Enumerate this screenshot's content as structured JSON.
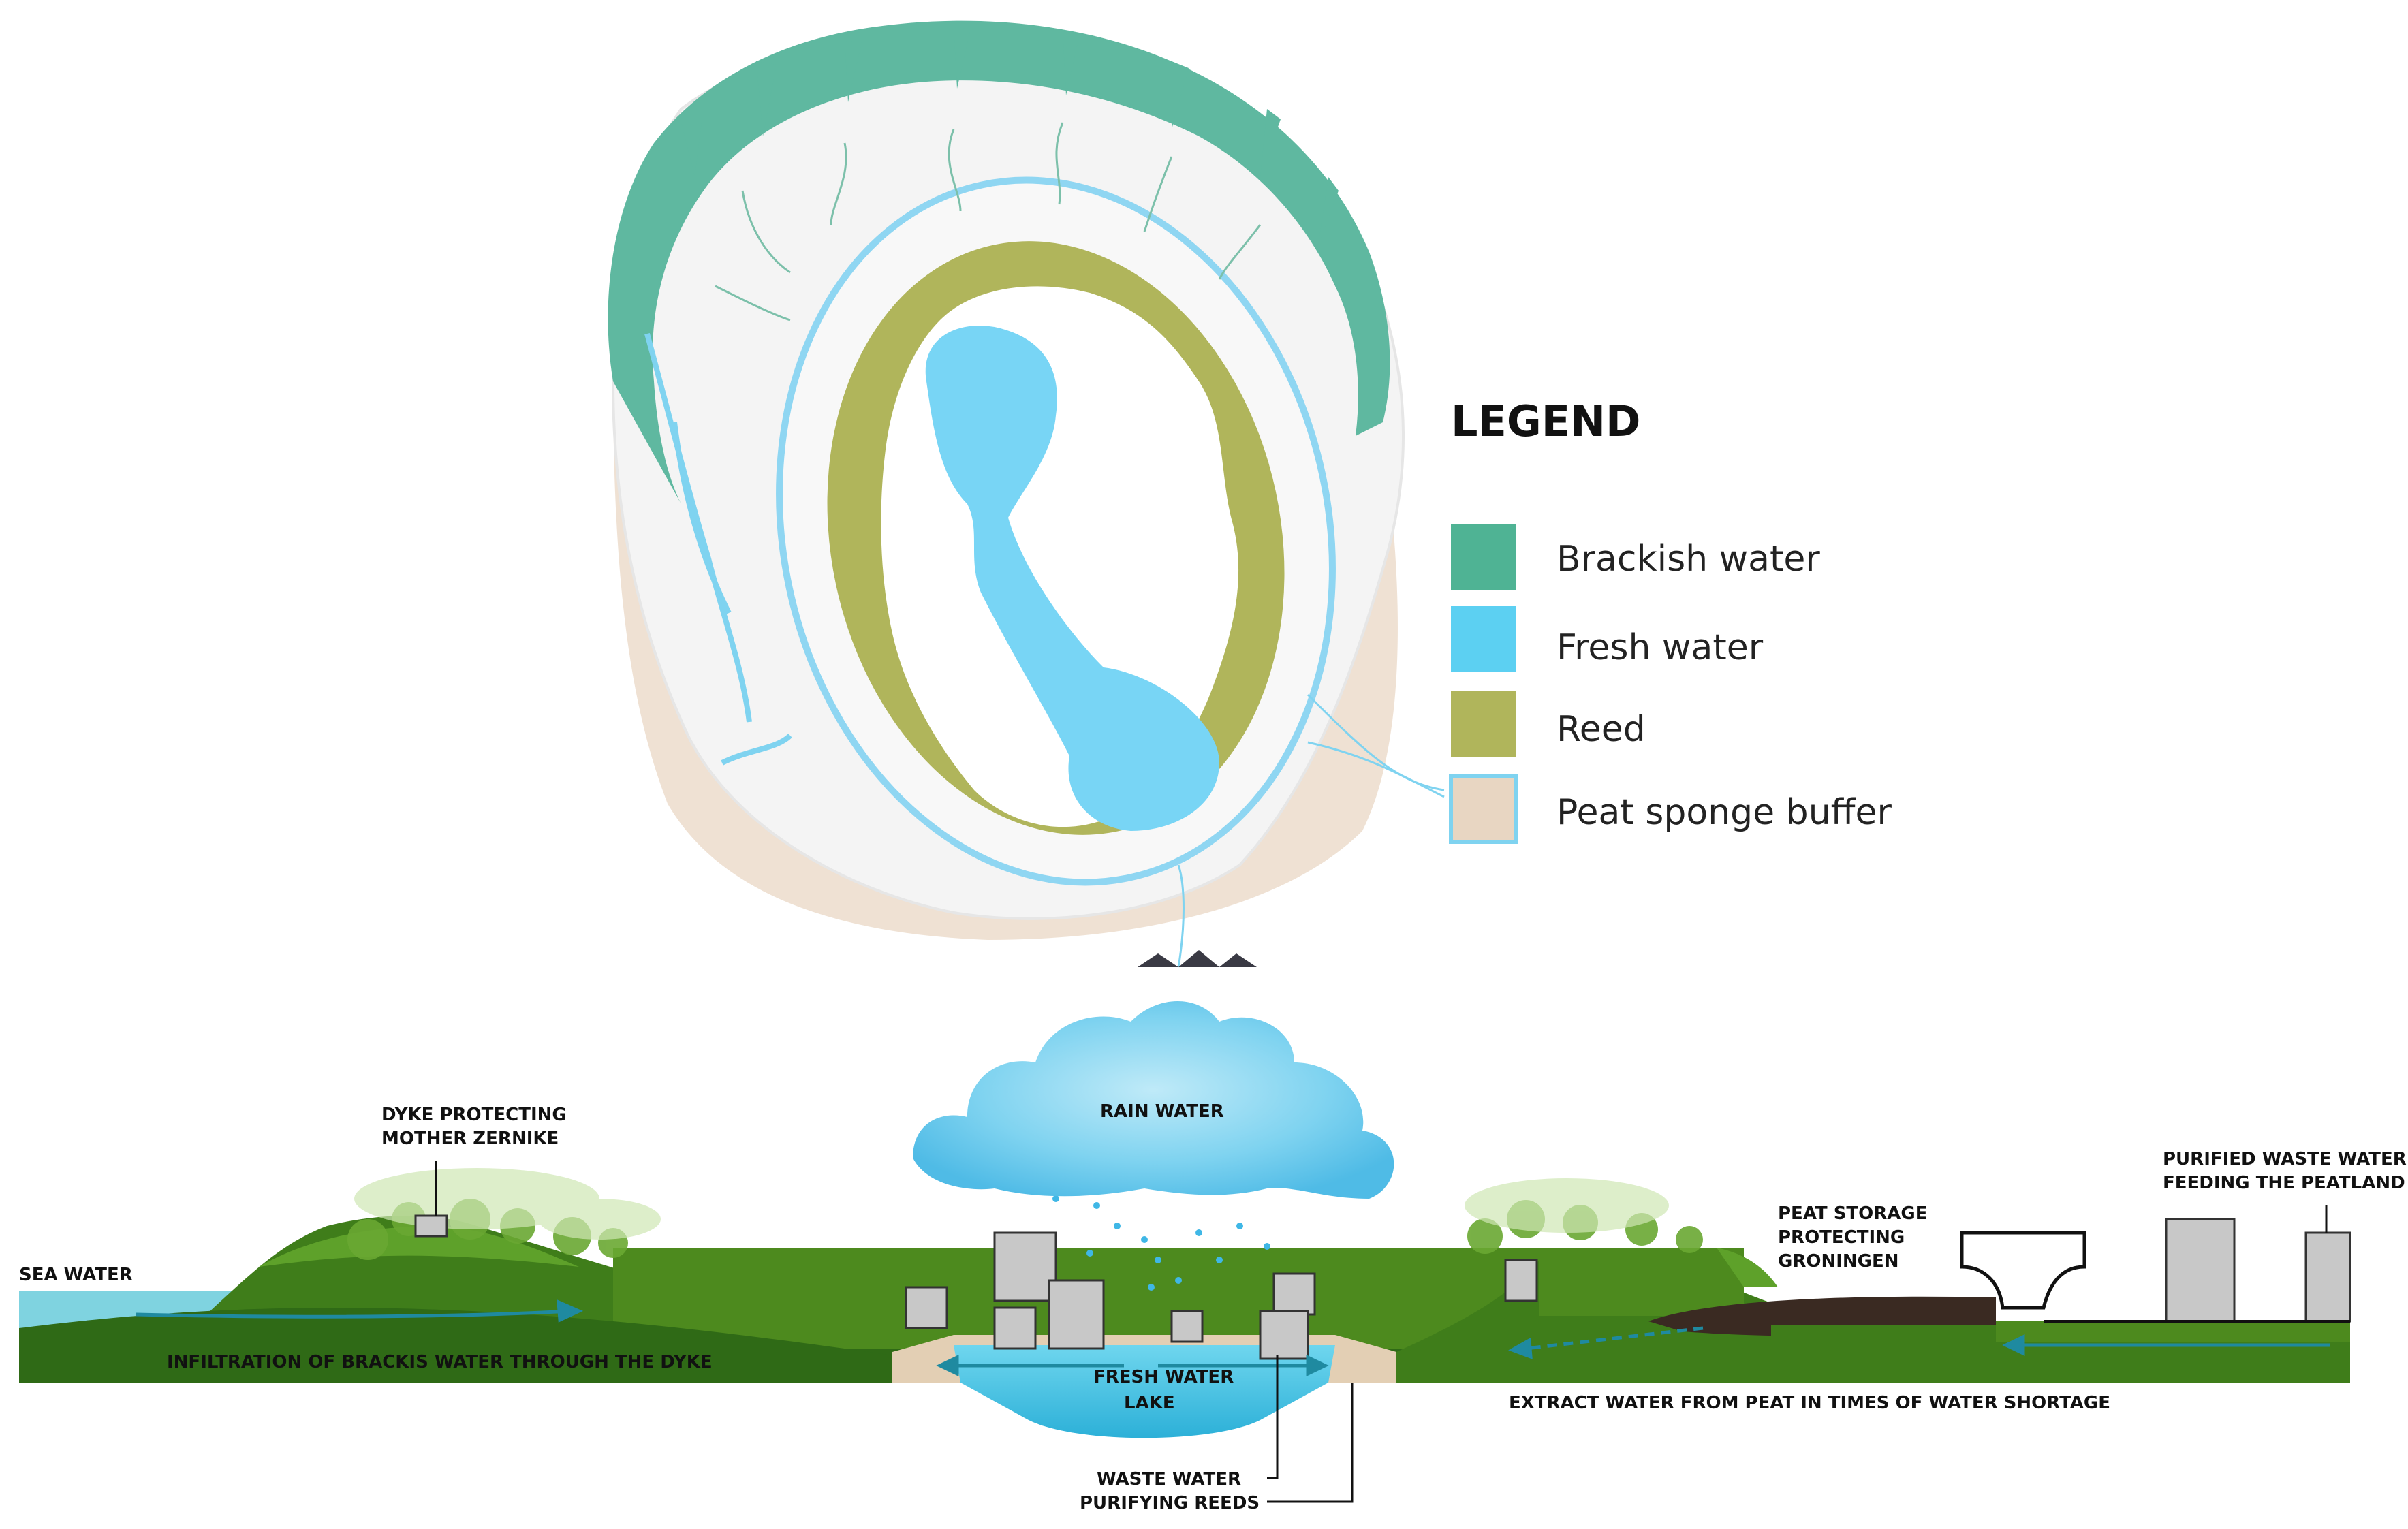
{
  "legend": {
    "title": "LEGEND",
    "items": [
      {
        "label": "Brackish water",
        "color": "#4fb394"
      },
      {
        "label": "Fresh water",
        "color": "#5cd0f2"
      },
      {
        "label": "Reed",
        "color": "#b0b55b"
      },
      {
        "label": "Peat sponge buffer",
        "color": "#e8d6c2"
      }
    ]
  },
  "colors": {
    "brackish": "#4fb394",
    "fresh": "#5cd0f2",
    "reed": "#b0b55b",
    "peat": "#e8d6c2",
    "grass": "#4d8a1e",
    "ground": "#2f6a16",
    "soil": "#3a2a22",
    "building": "#c8c8c8"
  },
  "section": {
    "sea_water": "SEA WATER",
    "dyke_line1": "DYKE PROTECTING",
    "dyke_line2": "MOTHER ZERNIKE",
    "infiltration": "INFILTRATION OF BRACKIS WATER THROUGH THE DYKE",
    "rain_water": "RAIN WATER",
    "lake_line1": "FRESH WATER",
    "lake_line2": "LAKE",
    "reeds_line1": "WASTE WATER",
    "reeds_line2": "PURIFYING REEDS",
    "peat_line1": "PEAT STORAGE",
    "peat_line2": "PROTECTING",
    "peat_line3": "GRONINGEN",
    "extract": "EXTRACT WATER FROM PEAT IN TIMES OF WATER SHORTAGE",
    "purified_line1": "PURIFIED WASTE WATER",
    "purified_line2": "FEEDING THE PEATLAND"
  }
}
